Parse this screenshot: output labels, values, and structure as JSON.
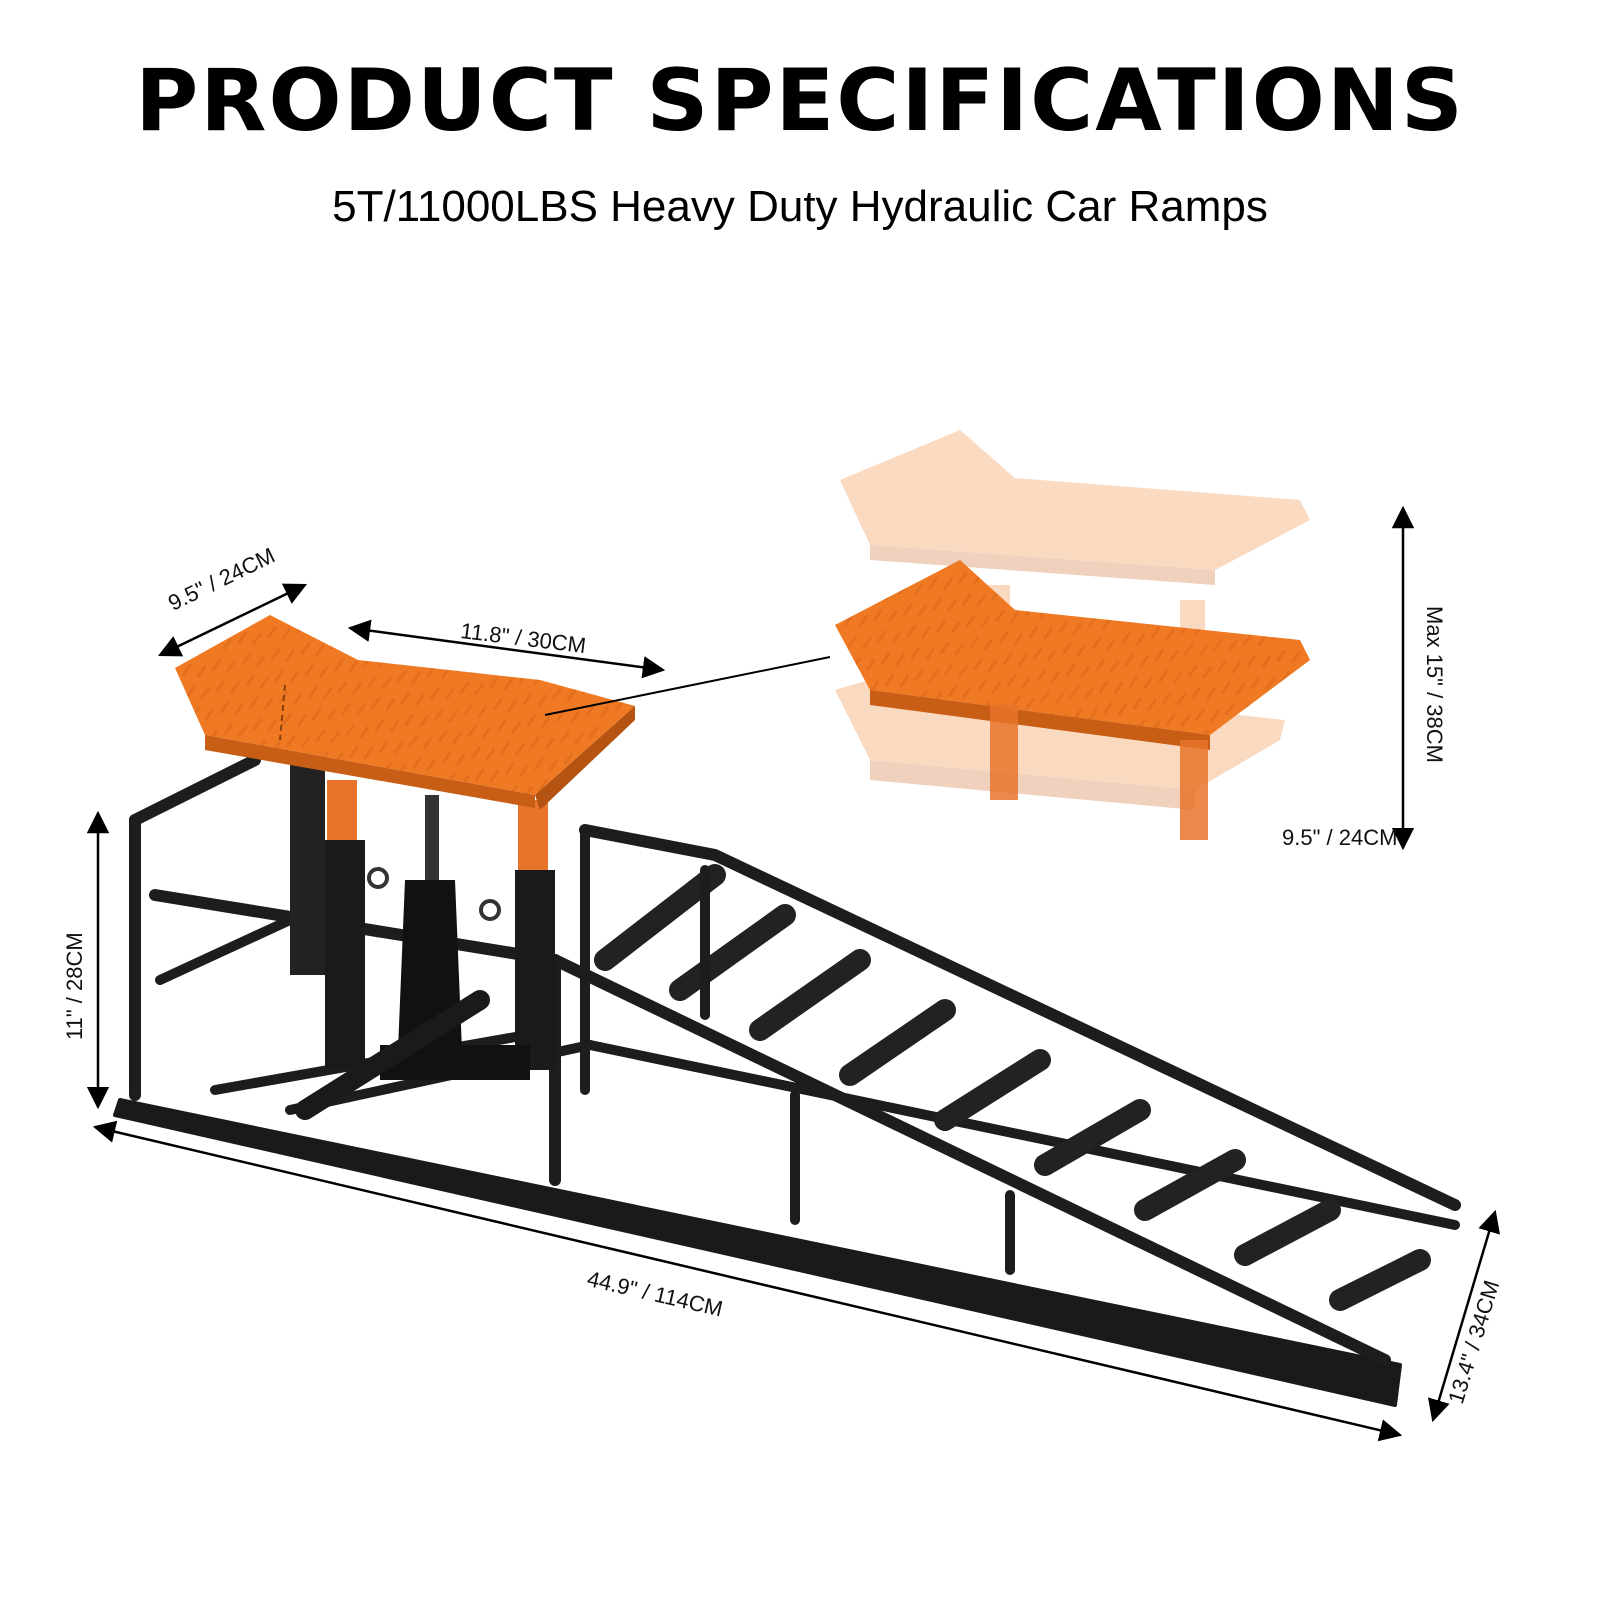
{
  "header": {
    "title": "PRODUCT SPECIFICATIONS",
    "subtitle": "5T/11000LBS Heavy Duty Hydraulic Car Ramps"
  },
  "dimensions": {
    "platform_width": "9.5\" / 24CM",
    "platform_length": "11.8\" / 30CM",
    "lift_height": "11\" / 28CM",
    "ramp_length": "44.9\" / 114CM",
    "ramp_width": "13.4\" / 34CM",
    "max_height": "Max 15\" / 38CM",
    "detail_width": "9.5\" / 24CM"
  },
  "colors": {
    "platform": "#f07a24",
    "frame": "#1d1d1d",
    "background": "#ffffff"
  }
}
